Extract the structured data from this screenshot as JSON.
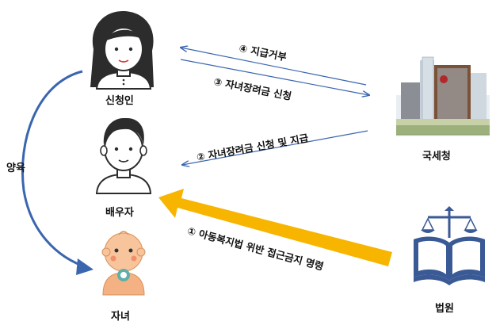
{
  "nodes": {
    "applicant": "신청인",
    "spouse": "배우자",
    "child": "자녀",
    "nts": "국세청",
    "court": "법원"
  },
  "relations": {
    "upbringing": "양육"
  },
  "arrows": {
    "a1": "① 아동복지법 위반 접근금지 명령",
    "a2": "② 자녀장려금 신청 및 지급",
    "a3": "③ 자녀장려금 신청",
    "a4": "④ 지급거부"
  },
  "colors": {
    "arrow_blue": "#3a66b0",
    "arrow_gold": "#f7b500",
    "court_blue": "#3a5a96",
    "baby_skin": "#f4b183"
  }
}
